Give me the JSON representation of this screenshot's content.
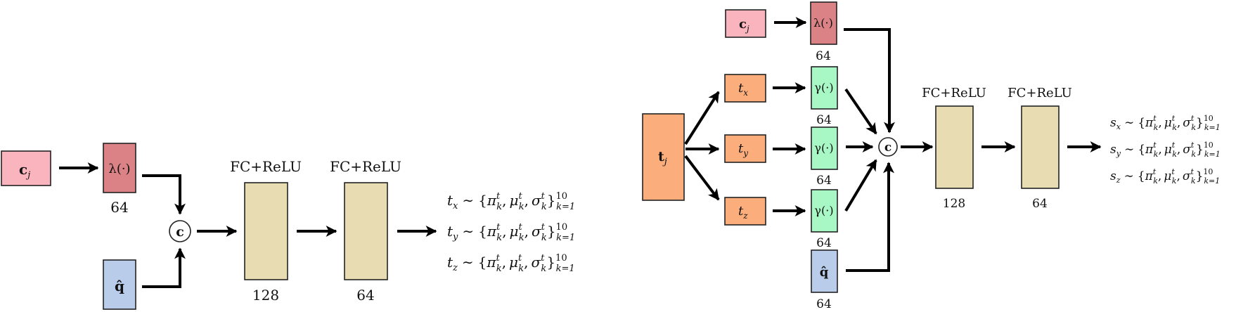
{
  "colors": {
    "pink": "#f9b4bd",
    "red": "#db8286",
    "blue": "#b9cdeb",
    "tan": "#e8ddb2",
    "orange": "#fbad7c",
    "green": "#a7f8c4"
  },
  "left": {
    "cj": "c",
    "cj_sub": "j",
    "lambda": "λ(·)",
    "lambda_dim": "64",
    "concat": "c",
    "q": "q̂",
    "fc1_label": "FC+ReLU",
    "fc1_dim": "128",
    "fc2_label": "FC+ReLU",
    "fc2_dim": "64",
    "outputs": [
      {
        "var": "t",
        "sub": "x",
        "rest": "∼ {π",
        "tail": "}"
      },
      {
        "var": "t",
        "sub": "y",
        "rest": "∼ {π",
        "tail": "}"
      },
      {
        "var": "t",
        "sub": "z",
        "rest": "∼ {π",
        "tail": "}"
      }
    ]
  },
  "right": {
    "cj": "c",
    "cj_sub": "j",
    "lambda": "λ(·)",
    "lambda_dim": "64",
    "tj": "t",
    "tj_sub": "j",
    "tx": "t",
    "tx_sub": "x",
    "ty": "t",
    "ty_sub": "y",
    "tz": "t",
    "tz_sub": "z",
    "gamma": "γ(·)",
    "gamma_dim": "64",
    "concat": "c",
    "q": "q̂",
    "q_dim": "64",
    "fc1_label": "FC+ReLU",
    "fc1_dim": "128",
    "fc2_label": "FC+ReLU",
    "fc2_dim": "64",
    "outputs": [
      {
        "var": "s",
        "sub": "x"
      },
      {
        "var": "s",
        "sub": "y"
      },
      {
        "var": "s",
        "sub": "z"
      }
    ]
  },
  "formula": {
    "sim": "∼",
    "open": "{",
    "pi": "π",
    "mu": "μ",
    "sigma": "σ",
    "comma": ",",
    "close": "}",
    "sup_t": "t",
    "sub_k": "k",
    "sup_10": "10",
    "sub_k1": "k=1"
  }
}
